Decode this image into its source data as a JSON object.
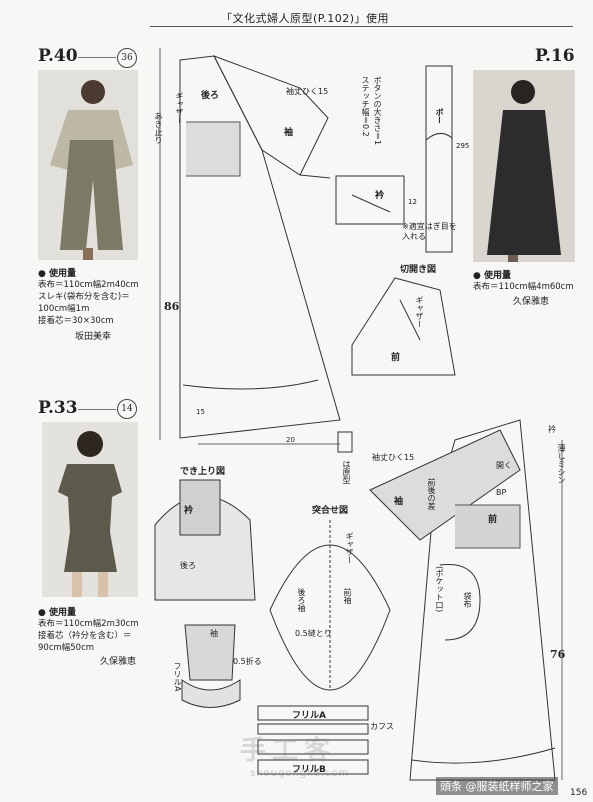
{
  "header": {
    "title": "「文化式婦人原型(P.102)」使用"
  },
  "p40": {
    "page": "P.40",
    "num": "36",
    "materials_heading": "使用量",
    "materials": "表布＝110cm幅2m40cm\nスレキ(袋布分を含む)＝\n100cm幅1m\n接着芯＝30×30cm",
    "author": "坂田美幸"
  },
  "p33": {
    "page": "P.33",
    "num": "14",
    "materials_heading": "使用量",
    "materials": "表布＝110cm幅2m30cm\n接着芯（衿分を含む）＝\n90cm幅50cm",
    "author": "久保雅恵"
  },
  "p16": {
    "page": "P.16",
    "materials_heading": "使用量",
    "materials": "表布＝110cm幅4m60cm",
    "author": "久保雅恵"
  },
  "pattern": {
    "ushiro": "後ろ",
    "sode": "袖",
    "mae": "前",
    "eri": "衿",
    "bo": "ボー",
    "gather": "ギャザー",
    "aki": "あき止り",
    "sodetake": "袖丈ひく15",
    "button": "ボタンの大きさ＝1",
    "stitch": "ステッチ幅＝0.2",
    "note": "※適宜はぎ目を\n入れる",
    "kiri": "切開き図",
    "dekiagari": "でき上り図",
    "awase": "突合せ図",
    "haro": "は原型",
    "ushiro_sode": "後ろ袖",
    "mae_sode": "前袖",
    "ease": "0.5縫とり",
    "frill_a": "フリルA",
    "frill_b": "フリルB",
    "cuffs": "カフス",
    "hiraku": "開く",
    "pocket": "(ポケット口)",
    "fukuro": "袋布",
    "mae_ushiro": "前後の差",
    "usumishin": "薄しミシン",
    "ori": "0.5折る",
    "bp": "BP",
    "n86": "86",
    "n76": "76",
    "n15": "15",
    "n20": "20",
    "n295": "295",
    "n12": "12"
  },
  "watermark": {
    "main": "手工客",
    "sub": "shougongke.com"
  },
  "credit": {
    "text": "頭条 @服装纸样师之家"
  },
  "page_number": "156",
  "colors": {
    "line": "#333333",
    "shade": "#cfcfcf",
    "paper": "#f7f7f5"
  }
}
